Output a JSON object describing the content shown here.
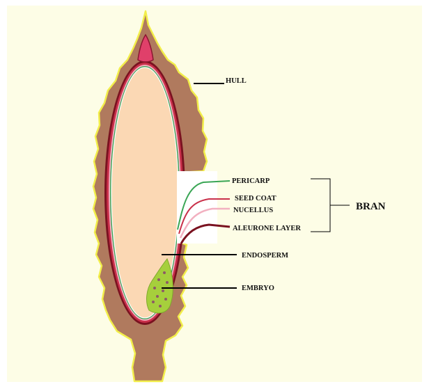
{
  "labels": {
    "hull": "HULL",
    "pericarp": "PERICARP",
    "seed_coat": "SEED COAT",
    "nucellus": "NUCELLUS",
    "aleurone": "ALEURONE LAYER",
    "endosperm": "ENDOSPERM",
    "embryo": "EMBRYO",
    "bran": "BRAN"
  },
  "colors": {
    "background": "#fdfde6",
    "hull": "#b07a5e",
    "hull_edge": "#f2ee4a",
    "endosperm": "#fbd8b4",
    "pericarp": "#3aa655",
    "seed_coat": "#c9304a",
    "nucellus": "#f2b0c0",
    "aleurone": "#7a1220",
    "embryo": "#a6cf3c",
    "embryo_dots": "#8d5a66"
  }
}
